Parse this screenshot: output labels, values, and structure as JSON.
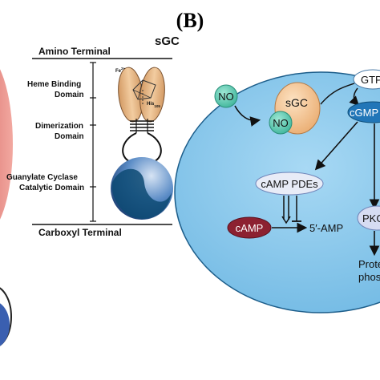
{
  "panel_label": "(B)",
  "left": {
    "sgc_title": "sGC",
    "amino_terminal": "Amino Terminal",
    "heme_binding_1": "Heme Binding",
    "heme_binding_2": "Domain",
    "dimerization_1": "Dimerization",
    "dimerization_2": "Domain",
    "catalytic_1": "Guanylate Cyclase",
    "catalytic_2": "Catalytic Domain",
    "carboxyl_terminal": "Carboxyl Terminal",
    "fe_label": "Fe",
    "fe_superscript": "2+",
    "his_label": "His",
    "his_subscript": "105"
  },
  "right": {
    "no_outside": "NO",
    "no_bound": "NO",
    "sgc": "sGC",
    "gtp": "GTP",
    "cgmp": "cGMP",
    "camp_pdes": "cAMP PDEs",
    "camp": "cAMP",
    "five_amp": "5′-AMP",
    "pkg": "PKG",
    "protein_1": "Protein",
    "protein_2": "phosphorylation"
  },
  "colors": {
    "cell_fill": "#7fc4ea",
    "no_fill": "#59c9b2",
    "sgc_fill": "#f4c79a",
    "gtp_fill": "#ffffff",
    "cgmp_fill": "#2176b8",
    "camp_fill": "#8c2131",
    "pkg_fill": "#d6dcf2",
    "domain_fill": "#e8b482",
    "catalytic_dark": "#0f4f7a"
  }
}
